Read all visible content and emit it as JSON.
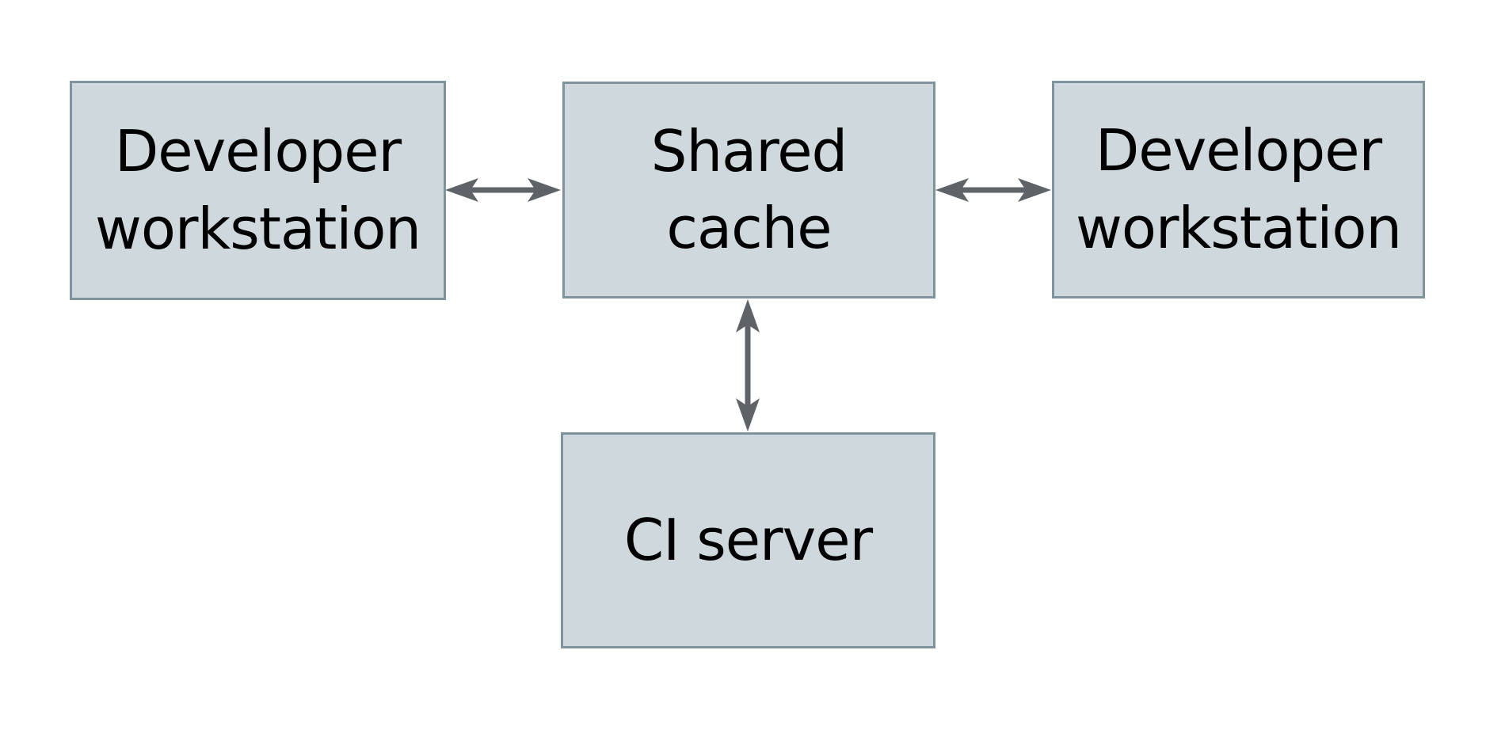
{
  "theme": {
    "background": "#ffffff",
    "node_fill": "#cfd8dc",
    "node_border": "#7e939c",
    "arrow": "#5f6368",
    "text": "#000000"
  },
  "diagram": {
    "type": "architecture-diagram",
    "nodes": {
      "dev_left": {
        "label": "Developer workstation"
      },
      "shared_cache": {
        "label": "Shared cache"
      },
      "dev_right": {
        "label": "Developer workstation"
      },
      "ci_server": {
        "label": "CI server"
      }
    },
    "edges": [
      {
        "from": "dev_left",
        "to": "shared_cache",
        "style": "double-headed-arrow"
      },
      {
        "from": "shared_cache",
        "to": "dev_right",
        "style": "double-headed-arrow"
      },
      {
        "from": "shared_cache",
        "to": "ci_server",
        "style": "double-headed-arrow"
      }
    ]
  }
}
